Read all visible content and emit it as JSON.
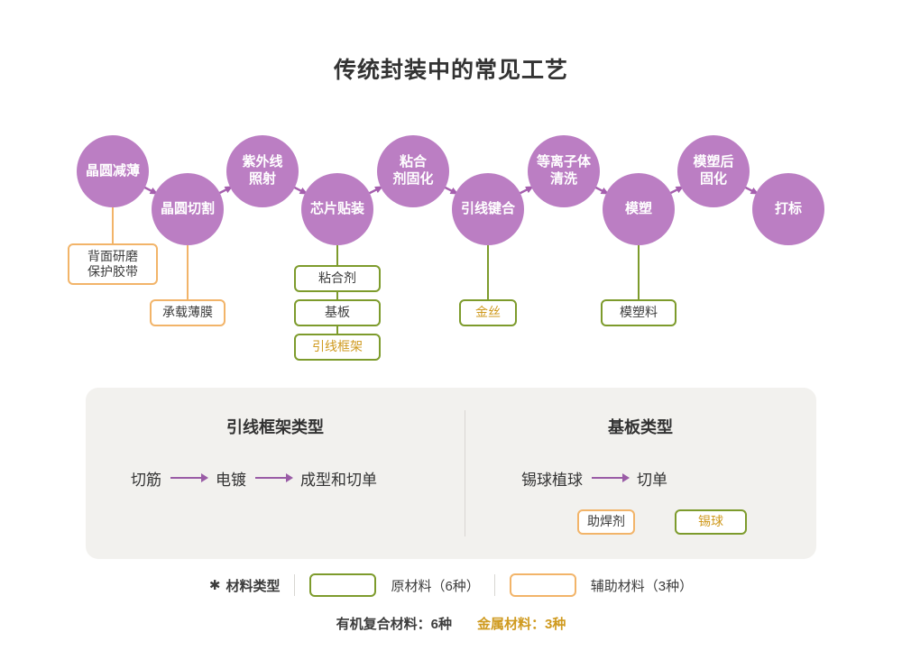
{
  "title": "传统封装中的常见工艺",
  "flow": {
    "steps": [
      {
        "label": "晶圆减薄"
      },
      {
        "label": "晶圆切割"
      },
      {
        "label": "紫外线\n照射"
      },
      {
        "label": "芯片贴装"
      },
      {
        "label": "粘合\n剂固化"
      },
      {
        "label": "引线键合"
      },
      {
        "label": "等离子体\n清洗"
      },
      {
        "label": "模塑"
      },
      {
        "label": "模塑后\n固化"
      },
      {
        "label": "打标"
      }
    ]
  },
  "materials": {
    "back_grinding_tape": "背面研磨\n保护胶带",
    "carrier_film": "承载薄膜",
    "adhesive": "粘合剂",
    "substrate": "基板",
    "lead_frame": "引线框架",
    "gold_wire": "金丝",
    "molding_compound": "模塑料",
    "flux": "助焊剂",
    "solder_ball": "锡球"
  },
  "panel": {
    "leadframe": {
      "heading": "引线框架类型",
      "steps": [
        "切筋",
        "电镀",
        "成型和切单"
      ]
    },
    "substrate": {
      "heading": "基板类型",
      "steps": [
        "锡球植球",
        "切单"
      ]
    }
  },
  "legend": {
    "marker": "✱",
    "label": "材料类型",
    "raw": "原材料（6种）",
    "auxiliary": "辅助材料（3种）"
  },
  "footer": {
    "organic": "有机复合材料：6种",
    "metal": "金属材料：3种"
  },
  "colors": {
    "circle_purple": "#bb7ec3",
    "arrow_purple": "#a55fae",
    "raw_green": "#7d9b2c",
    "aux_orange": "#f2b469",
    "metal_gold": "#cf9a1f",
    "branch_purple": "#9a5ca6",
    "panel_gray": "#f2f1ee",
    "text_dark": "#3c3c3c"
  }
}
